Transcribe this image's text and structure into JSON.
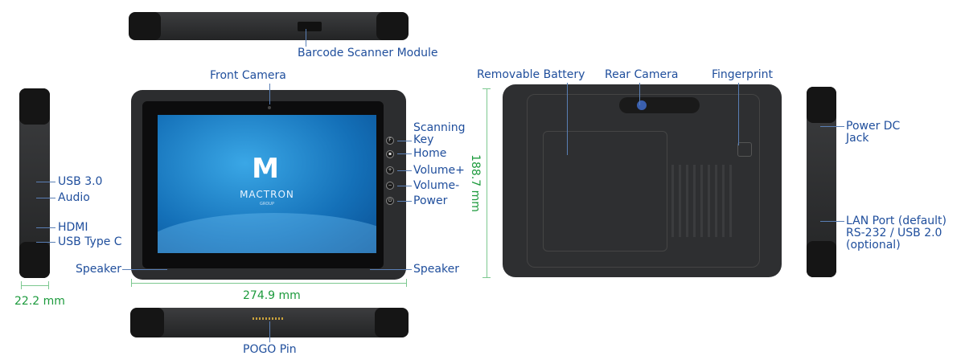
{
  "colors": {
    "label": "#1f4e9c",
    "dimension": "#1c9a3c",
    "device": "#2f3031"
  },
  "top_view": {
    "label": "Barcode Scanner Module"
  },
  "left_side_view": {
    "labels": [
      "USB 3.0",
      "Audio",
      "HDMI",
      "USB Type C"
    ],
    "width_dim": "22.2 mm"
  },
  "front_view": {
    "front_camera": "Front Camera",
    "buttons": [
      {
        "label_lines": [
          "Scanning",
          "Key"
        ],
        "icon": "F"
      },
      {
        "label_lines": [
          "Home"
        ],
        "icon": "home-icon"
      },
      {
        "label_lines": [
          "Volume+"
        ],
        "icon": "+"
      },
      {
        "label_lines": [
          "Volume-"
        ],
        "icon": "−"
      },
      {
        "label_lines": [
          "Power"
        ],
        "icon": "power-icon"
      }
    ],
    "speaker_left": "Speaker",
    "speaker_right": "Speaker",
    "brand": "MACTRON",
    "brand_sub": "GROUP",
    "width_dim": "274.9 mm"
  },
  "bottom_view": {
    "label": "POGO Pin"
  },
  "back_view": {
    "labels": [
      "Removable Battery",
      "Rear Camera",
      "Fingerprint"
    ],
    "height_dim": "188.7 mm"
  },
  "right_side_view": {
    "power_dc": [
      "Power DC",
      "Jack"
    ],
    "lan": [
      "LAN Port (default)",
      "RS-232 / USB 2.0",
      "(optional)"
    ]
  }
}
